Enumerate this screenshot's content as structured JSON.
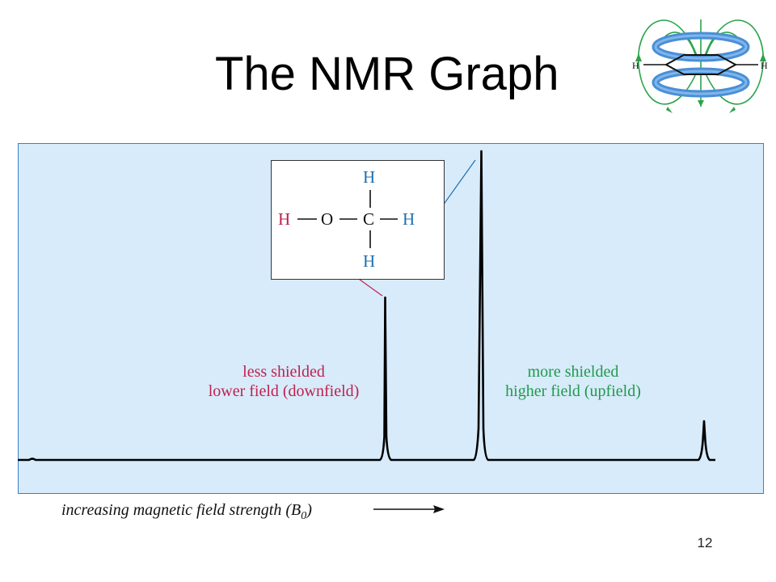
{
  "slide": {
    "title": "The NMR Graph",
    "page_number": "12"
  },
  "ring_diagram": {
    "left_h": "H",
    "right_h": "H"
  },
  "molecule": {
    "h_oh": "H",
    "o": "O",
    "c": "C",
    "h_top": "H",
    "h_right": "H",
    "h_bottom": "H"
  },
  "spectrum": {
    "less_shielded_line1": "less shielded",
    "less_shielded_line2": "lower field (downfield)",
    "more_shielded_line1": "more shielded",
    "more_shielded_line2": "higher field (upfield)",
    "axis_caption_main": "increasing magnetic field strength (",
    "axis_caption_symbol": "B",
    "axis_caption_sub": "0",
    "axis_caption_close": ")"
  },
  "colors": {
    "oh_hydrogen": "#c0204e",
    "ch3_hydrogens": "#1e6fb0",
    "more_shielded": "#1f9a4c",
    "panel_bg": "#d8ebfa",
    "panel_border": "#3a82c2",
    "ring_current": "#4a8fd6",
    "field_lines": "#2aa44a"
  }
}
